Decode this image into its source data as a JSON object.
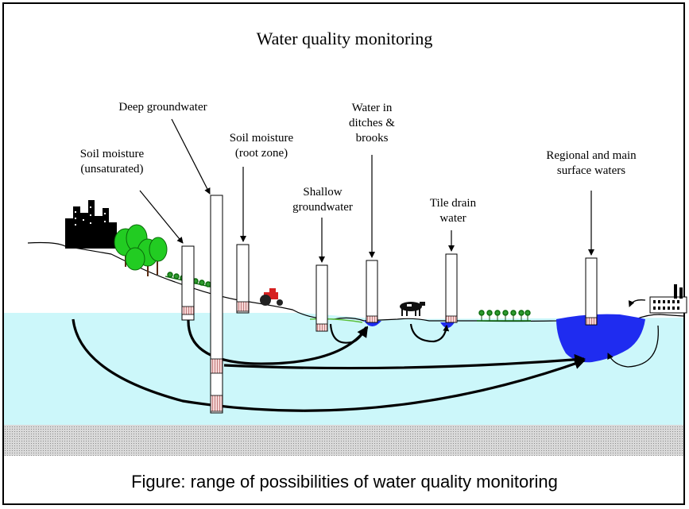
{
  "title": "Water quality monitoring",
  "caption": "Figure: range of possibilities of water quality monitoring",
  "labels": {
    "soil_unsat": [
      "Soil moisture",
      "(unsaturated)"
    ],
    "deep_gw": [
      "Deep groundwater"
    ],
    "soil_root": [
      "Soil moisture",
      "(root zone)"
    ],
    "shallow_gw": [
      "Shallow",
      "groundwater"
    ],
    "ditches": [
      "Water in",
      "ditches &",
      "brooks"
    ],
    "tile": [
      "Tile drain",
      "water"
    ],
    "regional": [
      "Regional and main",
      "surface waters"
    ]
  },
  "colors": {
    "groundwater": "#ccf7fa",
    "surface_water": "#1f2cf0",
    "bedrock": "#bcbcbc",
    "trees": "#22cc22",
    "screen": "#f3c8c8",
    "tractor": "#d62020"
  },
  "icons": [
    "city-skyline-icon",
    "trees-icon",
    "crop-row-icon",
    "tractor-icon",
    "cow-icon",
    "factory-icon"
  ]
}
